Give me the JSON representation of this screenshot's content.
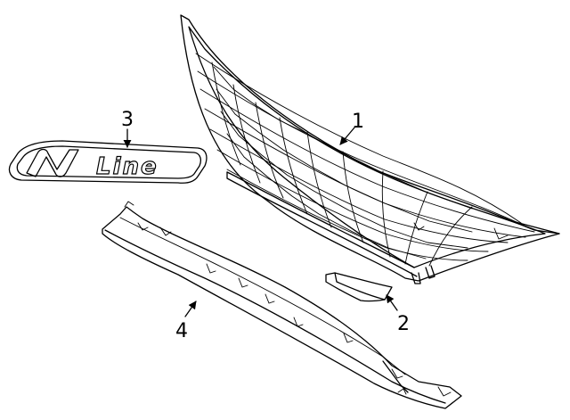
{
  "diagram": {
    "parts": [
      {
        "id": "1",
        "label": "1"
      },
      {
        "id": "2",
        "label": "2"
      },
      {
        "id": "3",
        "label": "3"
      },
      {
        "id": "4",
        "label": "4"
      }
    ],
    "emblem_text": "Line",
    "emblem_logo": "N"
  }
}
